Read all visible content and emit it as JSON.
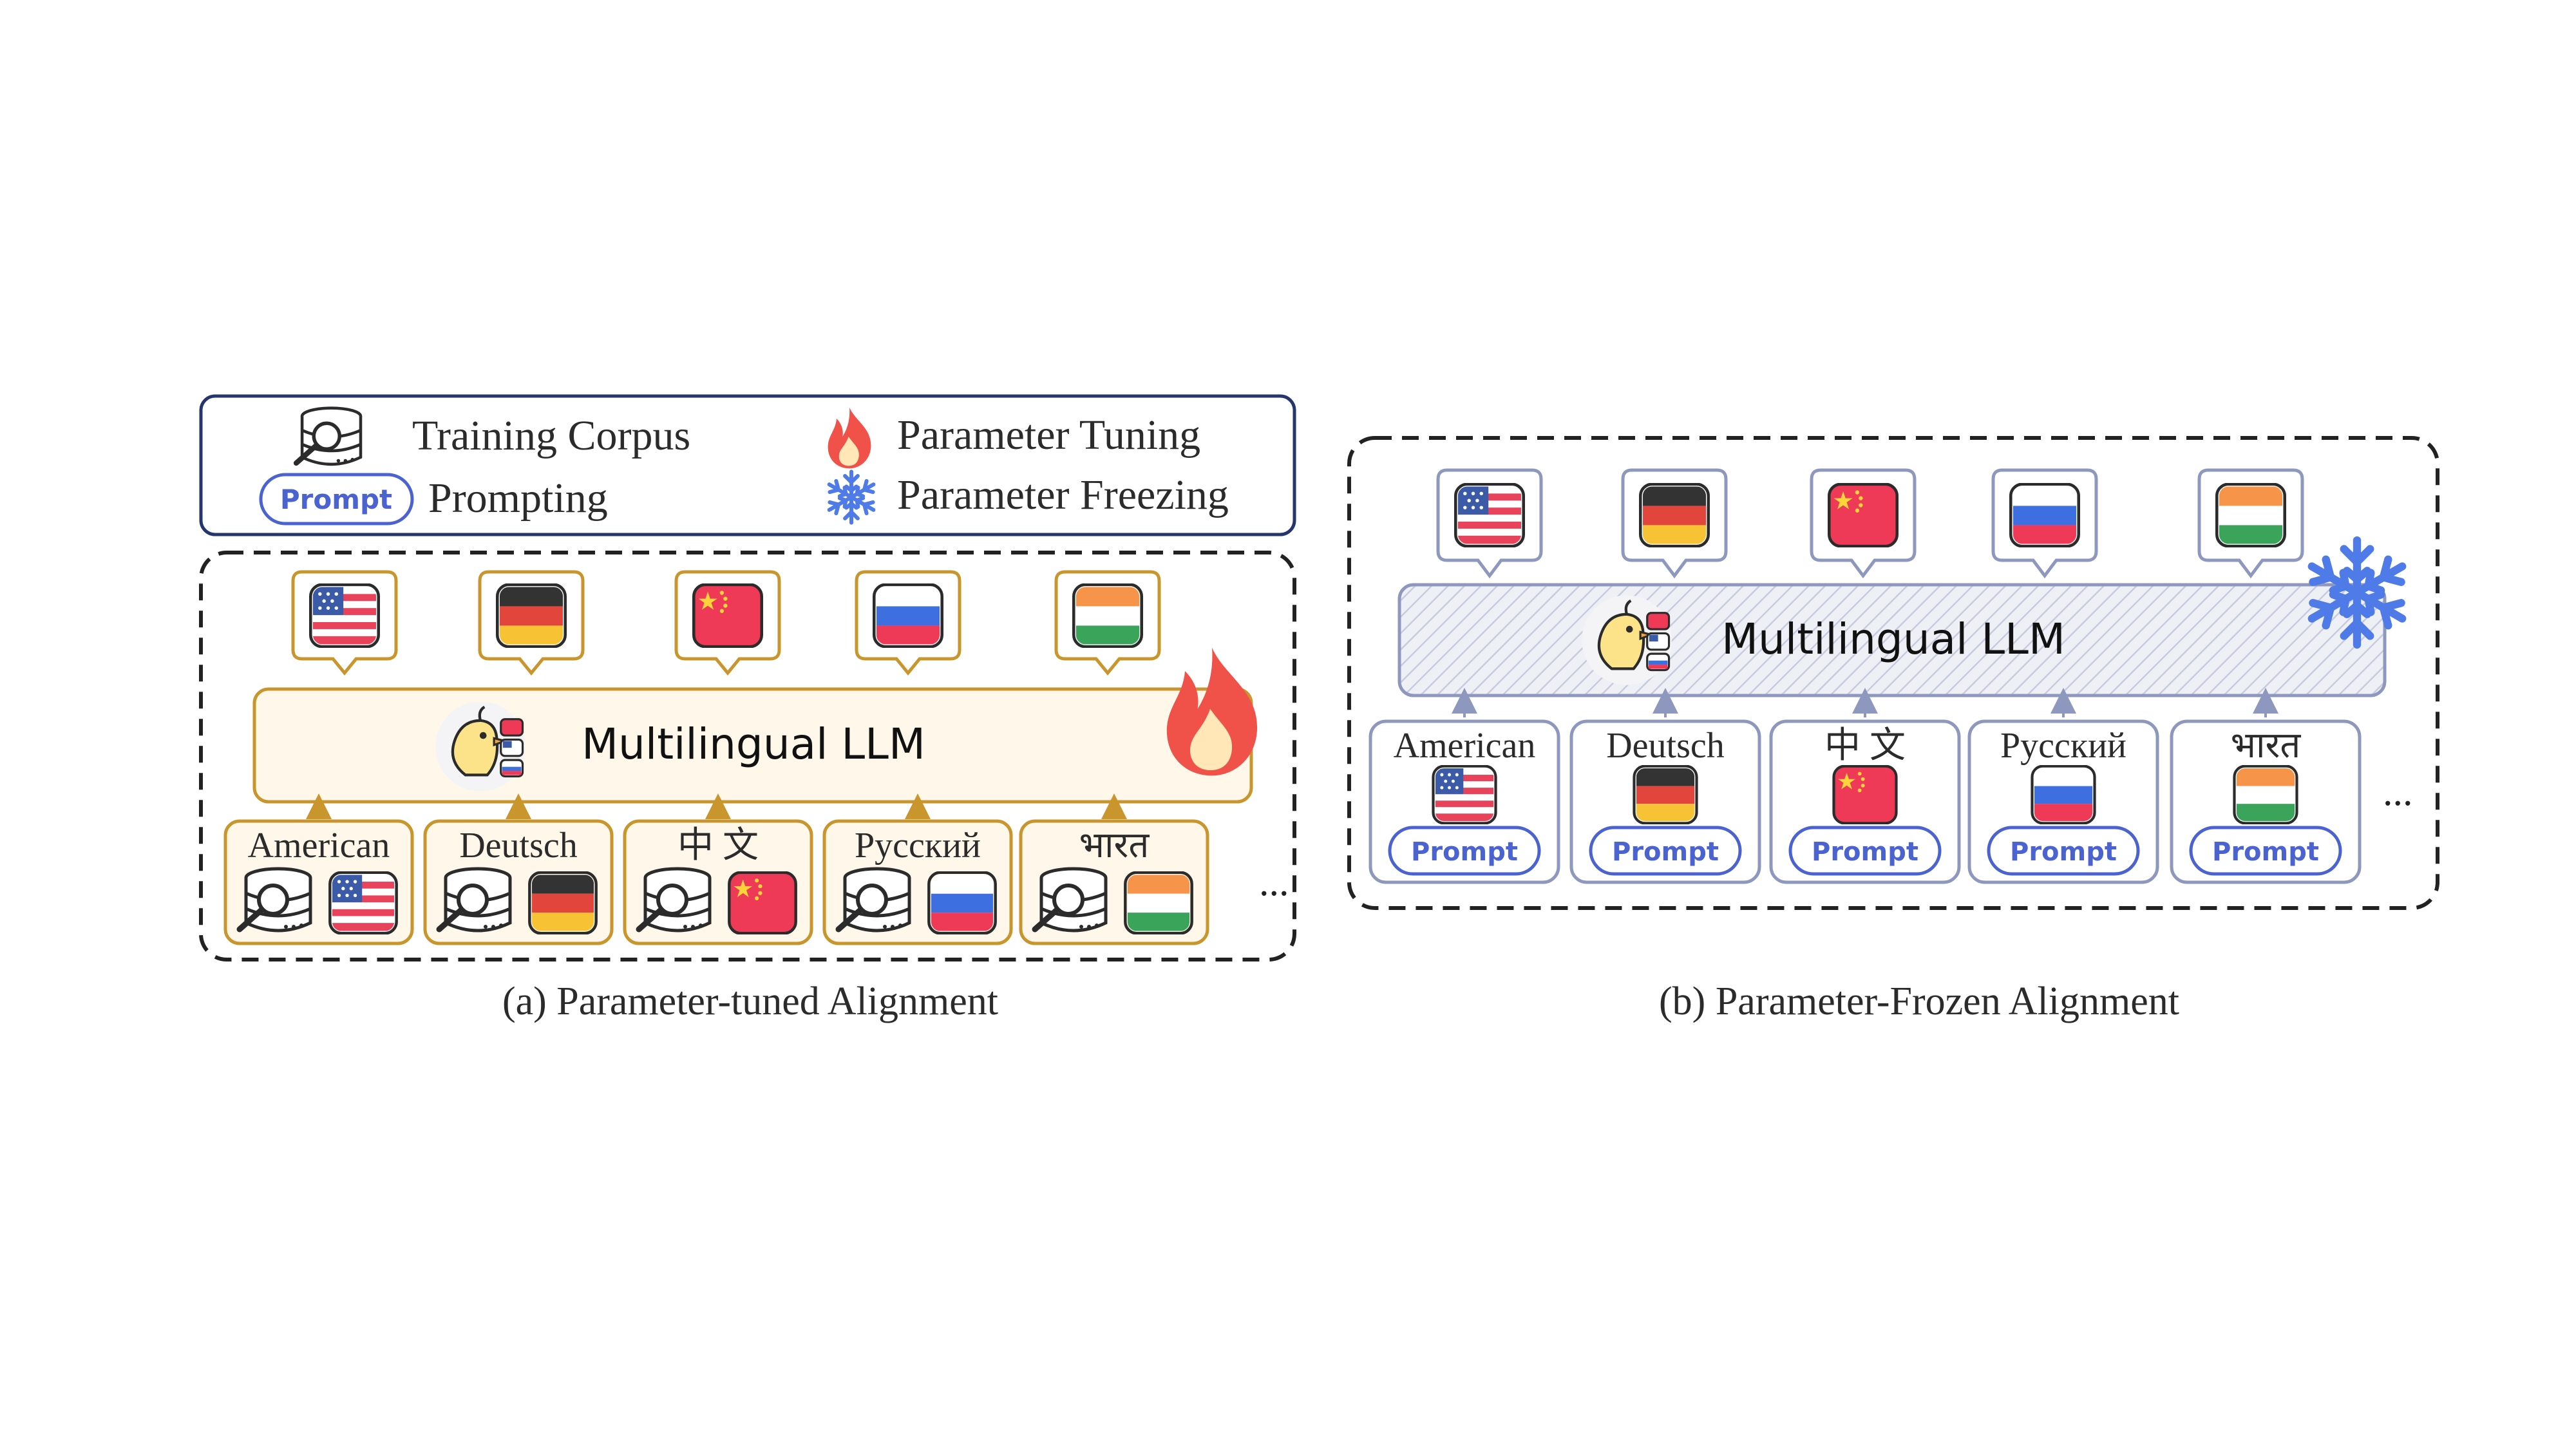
{
  "legend": {
    "training_corpus": "Training Corpus",
    "prompting": "Prompting",
    "prompt_pill": "Prompt",
    "parameter_tuning": "Parameter Tuning",
    "parameter_freezing": "Parameter Freezing"
  },
  "panel_a": {
    "llm_label": "Multilingual LLM",
    "caption": "(a) Parameter-tuned Alignment",
    "languages": [
      "American",
      "Deutsch",
      "中 文",
      "Русский",
      "भारत"
    ],
    "ellipsis": "..."
  },
  "panel_b": {
    "llm_label": "Multilingual LLM",
    "caption": "(b) Parameter-Frozen Alignment",
    "languages": [
      "American",
      "Deutsch",
      "中 文",
      "Русский",
      "भारत"
    ],
    "prompt_label": "Prompt",
    "ellipsis": "..."
  },
  "flags": [
    "us",
    "de",
    "cn",
    "ru",
    "in"
  ],
  "colors": {
    "gold": "#C9962E",
    "cream": "#FFF8EA",
    "slate": "#8E98BE",
    "prompt_blue": "#4B63D0",
    "fire_red": "#F0524A",
    "snow_blue": "#4F7BE8"
  }
}
